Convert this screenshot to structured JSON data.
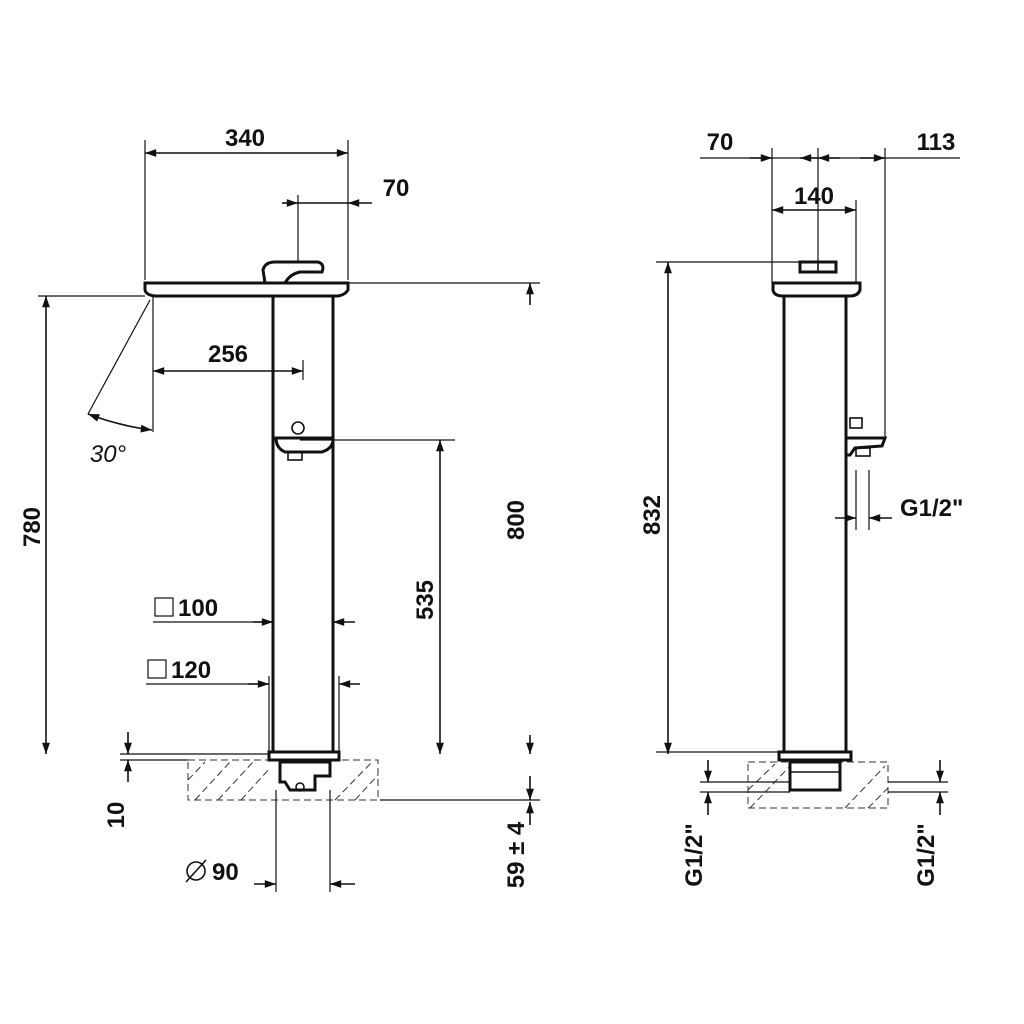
{
  "front_view": {
    "dim_overall_width": "340",
    "dim_lever_offset": "70",
    "dim_spout_reach": "256",
    "dim_angle": "30°",
    "dim_height_total": "780",
    "dim_height_outlet": "535",
    "dim_height_top": "800",
    "dim_square_inner": "100",
    "dim_square_outer": "120",
    "dim_base_thickness": "10",
    "dim_base_diameter": "90",
    "dim_deck_thickness": "59 ± 4"
  },
  "side_view": {
    "dim_lever_left": "70",
    "dim_lever_right": "113",
    "dim_head_width": "140",
    "dim_height_total": "832",
    "dim_thread_outlet": "G1/2\"",
    "dim_thread_inlet_left": "G1/2\"",
    "dim_thread_inlet_right": "G1/2\""
  }
}
